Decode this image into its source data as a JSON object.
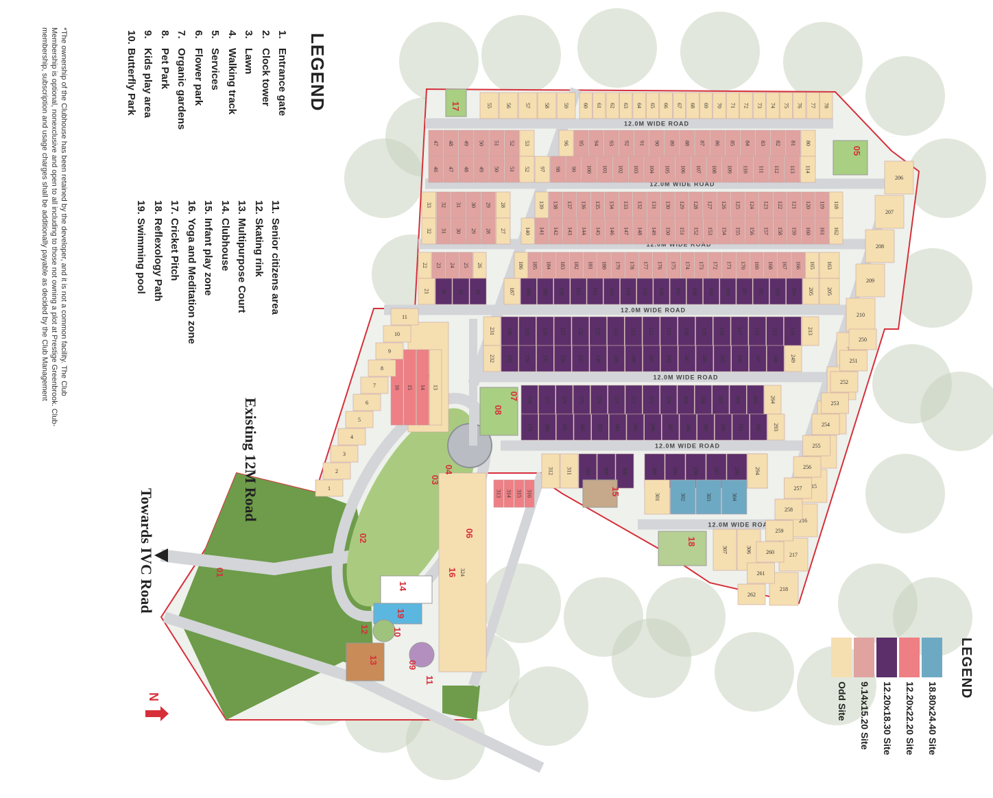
{
  "legend_title": "LEGEND",
  "amenities": [
    {
      "num": "1.",
      "label": "Entrance gate"
    },
    {
      "num": "2.",
      "label": "Clock tower"
    },
    {
      "num": "3.",
      "label": "Lawn"
    },
    {
      "num": "4.",
      "label": "Walking track"
    },
    {
      "num": "5.",
      "label": "Services"
    },
    {
      "num": "6.",
      "label": "Flower park"
    },
    {
      "num": "7.",
      "label": "Organic gardens"
    },
    {
      "num": "8.",
      "label": "Pet Park"
    },
    {
      "num": "9.",
      "label": "Kids play area"
    },
    {
      "num": "10.",
      "label": "Butterfly Park"
    },
    {
      "num": "11.",
      "label": "Senior citizens area"
    },
    {
      "num": "12.",
      "label": "Skating rink"
    },
    {
      "num": "13.",
      "label": "Multipurpose Court"
    },
    {
      "num": "14.",
      "label": "Clubhouse"
    },
    {
      "num": "15.",
      "label": "Infant play zone"
    },
    {
      "num": "16.",
      "label": "Yoga and Meditation zone"
    },
    {
      "num": "17.",
      "label": "Cricket Pitch"
    },
    {
      "num": "18.",
      "label": "Reflexology Path"
    },
    {
      "num": "19.",
      "label": "Swimming pool"
    }
  ],
  "disclaimer": "*The ownership of the Clubhouse has been retained by the developer, and it is not a common facility. The Club Membership is optional, nonexclusive and open to all including to those not owning a plot at Prestige Greenbrook. Club-membership, subscription and usage charges shall be additionally payable as decided by the Club Management",
  "site_legend": {
    "title": "LEGEND",
    "items": [
      {
        "label": "18.80x24.40 Site",
        "color": "#6ea9c4"
      },
      {
        "label": "12.20x22.20 Site",
        "color": "#ee7f85"
      },
      {
        "label": "12.20x18.30 Site",
        "color": "#5c2f6a"
      },
      {
        "label": "9.14x15.20 Site",
        "color": "#e0a3a0"
      },
      {
        "label": "Odd Site",
        "color": "#f5deb0"
      }
    ]
  },
  "map": {
    "existing_road": "Existing 12M Road",
    "towards_road": "Towards IVC Road",
    "north": "N",
    "road_label_12": "12.0M WIDE ROAD",
    "amenity_markers": [
      "01",
      "02",
      "03",
      "04",
      "05",
      "06",
      "07",
      "08",
      "09",
      "10",
      "11",
      "12",
      "13",
      "14",
      "15",
      "16",
      "17",
      "18",
      "19"
    ],
    "colors": {
      "road": "#d3d5d8",
      "green": "#6e9c4a",
      "boundary": "#d62f3a",
      "tree": "#c9d3c0"
    }
  }
}
